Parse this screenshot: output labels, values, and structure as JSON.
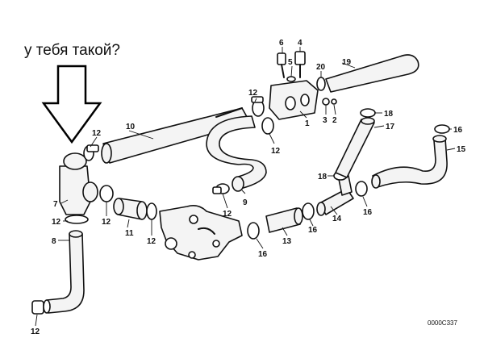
{
  "annotation": {
    "question": "у тебя такой?"
  },
  "drawing_code": "0000C337",
  "callouts": {
    "c1": "1",
    "c2": "2",
    "c3": "3",
    "c4": "4",
    "c5": "5",
    "c6": "6",
    "c7": "7",
    "c8": "8",
    "c9": "9",
    "c10": "10",
    "c11": "11",
    "c12": "12",
    "c13": "13",
    "c14": "14",
    "c15": "15",
    "c16": "16",
    "c17": "17",
    "c18": "18",
    "c19": "19",
    "c20": "20"
  }
}
